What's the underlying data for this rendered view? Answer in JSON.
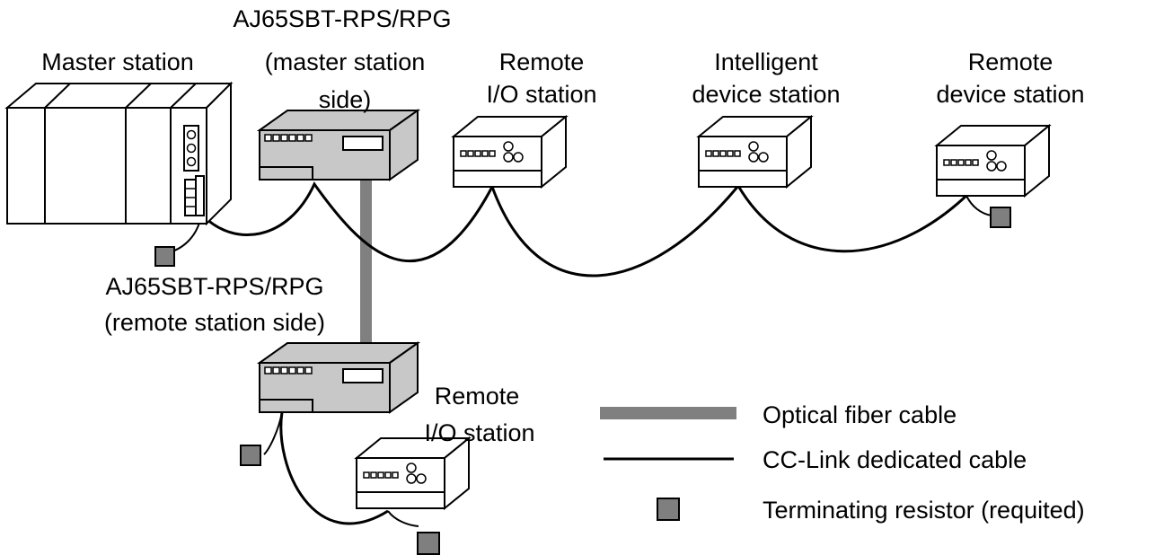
{
  "labels": {
    "master_station": "Master station",
    "rps_master_line1": "AJ65SBT-RPS/RPG",
    "rps_master_line2": "(master station",
    "rps_master_line3": "side)",
    "remote_io_1_line1": "Remote",
    "remote_io_1_line2": "I/O station",
    "intelligent_line1": "Intelligent",
    "intelligent_line2": "device station",
    "remote_device_line1": "Remote",
    "remote_device_line2": "device station",
    "rps_remote_line1": "AJ65SBT-RPS/RPG",
    "rps_remote_line2": "(remote station side)",
    "remote_io_2_line1": "Remote",
    "remote_io_2_line2": "I/O station"
  },
  "legend": {
    "optical": "Optical fiber cable",
    "cclink": "CC-Link dedicated cable",
    "resistor": "Terminating resistor (requited)"
  },
  "colors": {
    "device_fill": "#c8c8c8",
    "fiber": "#808080",
    "resistor": "#7f7f7f",
    "line": "#000000"
  }
}
